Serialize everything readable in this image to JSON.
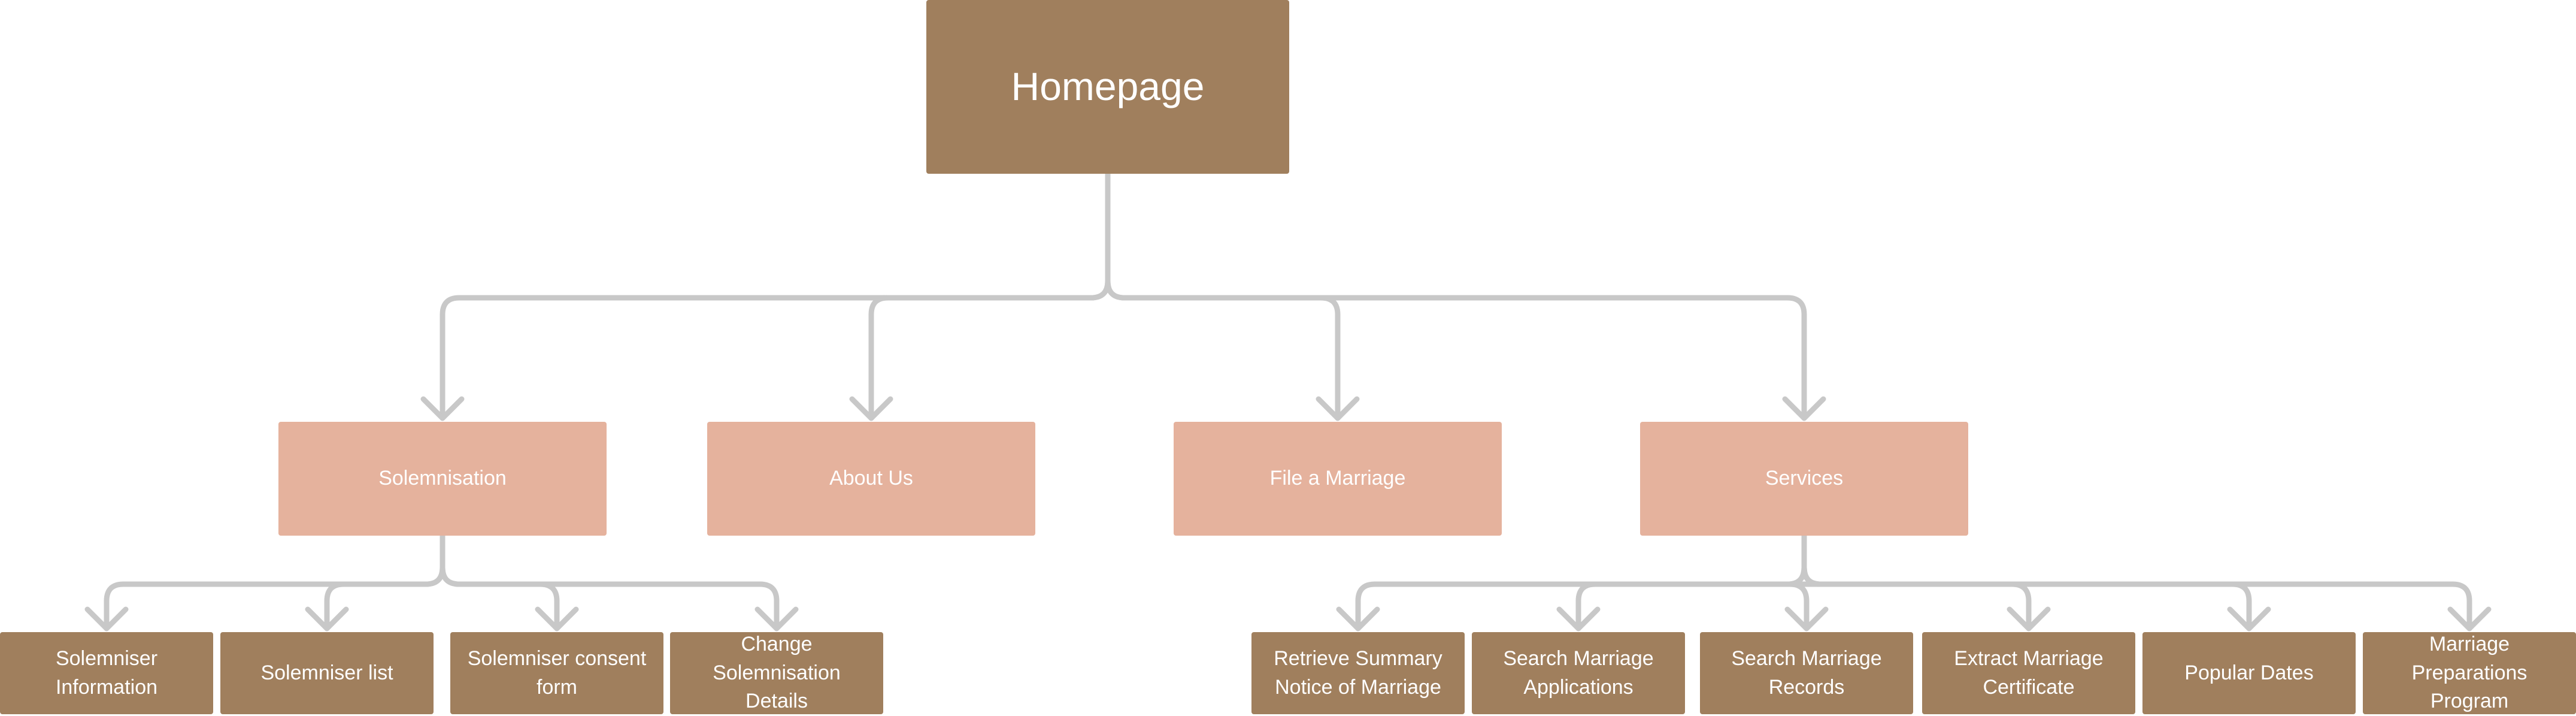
{
  "diagram": {
    "root": {
      "label": "Homepage"
    },
    "sections": [
      {
        "label": "Solemnisation",
        "children": [
          {
            "label": "Solemniser Information"
          },
          {
            "label": "Solemniser list"
          },
          {
            "label": "Solemniser consent form"
          },
          {
            "label": "Change Solemnisation Details"
          }
        ]
      },
      {
        "label": "About Us",
        "children": []
      },
      {
        "label": "File a Marriage",
        "children": []
      },
      {
        "label": "Services",
        "children": [
          {
            "label": "Retrieve Summary Notice of Marriage"
          },
          {
            "label": "Search Marriage Applications"
          },
          {
            "label": "Search Marriage Records"
          },
          {
            "label": "Extract Marriage Certificate"
          },
          {
            "label": "Popular Dates"
          },
          {
            "label": "Marriage Preparations Program"
          }
        ]
      }
    ]
  },
  "colors": {
    "root": "#a07f5d",
    "section": "#e5b29d",
    "leaf": "#a07f5d",
    "connector": "#c8c8c8",
    "text": "#ffffff"
  }
}
